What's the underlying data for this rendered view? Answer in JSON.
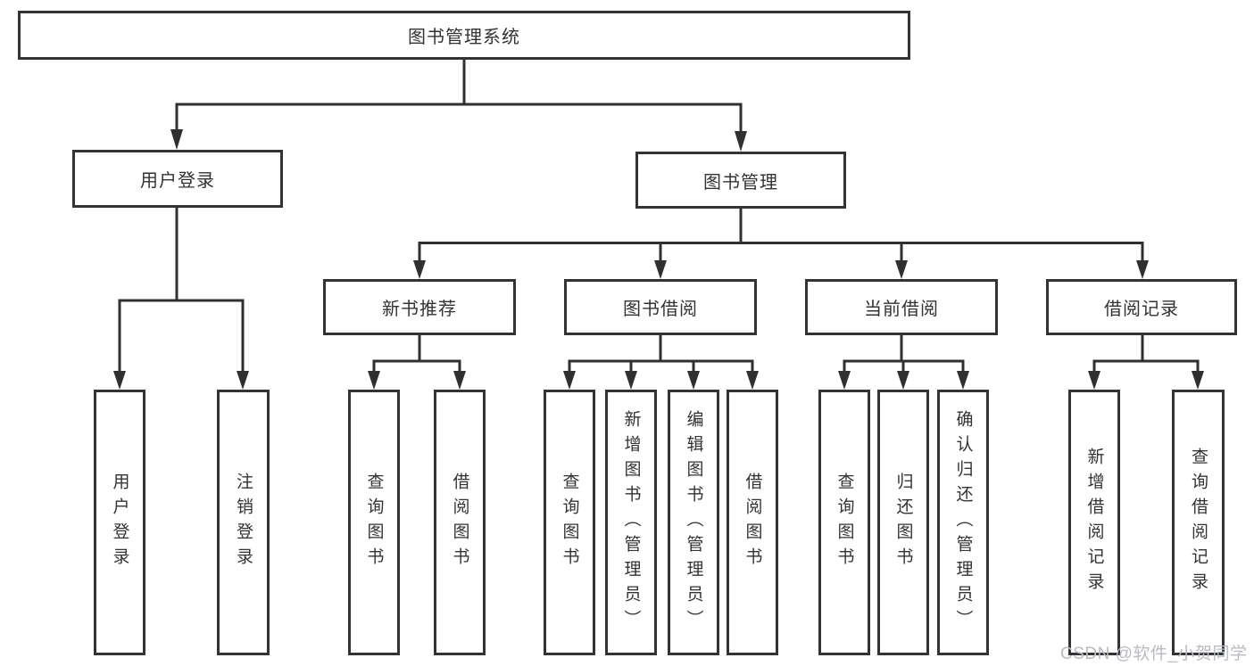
{
  "title": {
    "label": "图书管理系统"
  },
  "level2": [
    {
      "label": "用户登录"
    },
    {
      "label": "图书管理"
    }
  ],
  "level3": [
    {
      "label": "新书推荐"
    },
    {
      "label": "图书借阅"
    },
    {
      "label": "当前借阅"
    },
    {
      "label": "借阅记录"
    }
  ],
  "leaves": [
    {
      "parent": "用户登录",
      "label": "用户登录"
    },
    {
      "parent": "用户登录",
      "label": "注销登录"
    },
    {
      "parent": "新书推荐",
      "label": "查询图书"
    },
    {
      "parent": "新书推荐",
      "label": "借阅图书"
    },
    {
      "parent": "图书借阅",
      "label": "查询图书"
    },
    {
      "parent": "图书借阅",
      "label": "新增图书（管理员）"
    },
    {
      "parent": "图书借阅",
      "label": "编辑图书（管理员）"
    },
    {
      "parent": "图书借阅",
      "label": "借阅图书"
    },
    {
      "parent": "当前借阅",
      "label": "查询图书"
    },
    {
      "parent": "当前借阅",
      "label": "归还图书"
    },
    {
      "parent": "当前借阅",
      "label": "确认归还（管理员）"
    },
    {
      "parent": "借阅记录",
      "label": "新增借阅记录"
    },
    {
      "parent": "借阅记录",
      "label": "查询借阅记录"
    }
  ],
  "watermark": "CSDN @软件_小贺同学",
  "colors": {
    "line": "#303030",
    "box_border": "#333333",
    "text": "#333333",
    "watermark": "#b7bbc2",
    "background": "#ffffff"
  }
}
